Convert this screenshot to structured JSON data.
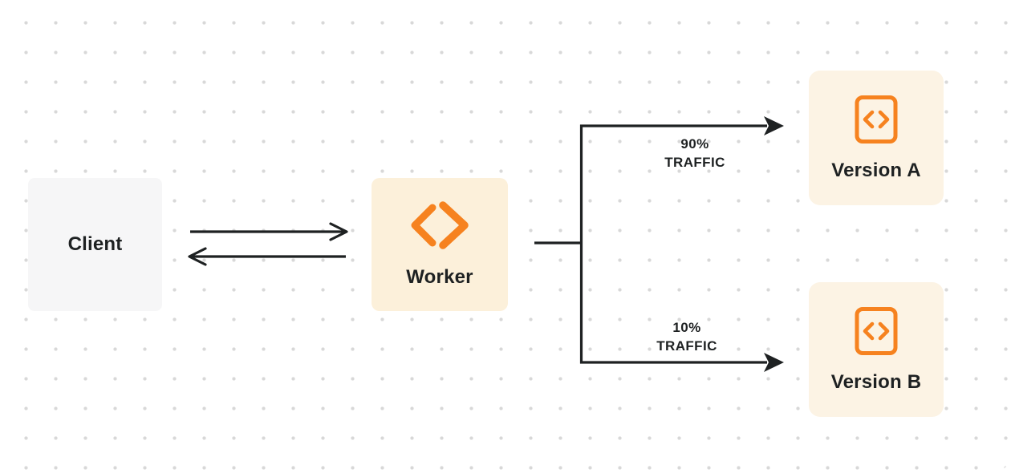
{
  "nodes": {
    "client": {
      "label": "Client"
    },
    "worker": {
      "label": "Worker"
    },
    "version_a": {
      "label": "Version A"
    },
    "version_b": {
      "label": "Version B"
    }
  },
  "edges": {
    "worker_to_version_a": {
      "percent": "90%",
      "caption": "TRAFFIC"
    },
    "worker_to_version_b": {
      "percent": "10%",
      "caption": "TRAFFIC"
    }
  },
  "icons": {
    "worker": "workers-chevrons-icon",
    "version": "code-file-icon"
  },
  "colors": {
    "accent_orange": "#f6821f",
    "worker_fill": "#fcf0da",
    "version_fill": "#fcf3e4",
    "client_fill": "#f6f6f7",
    "line_ink": "#1e2122",
    "dot_grid": "#d8d8d8",
    "canvas_bg": "#ffffff"
  }
}
